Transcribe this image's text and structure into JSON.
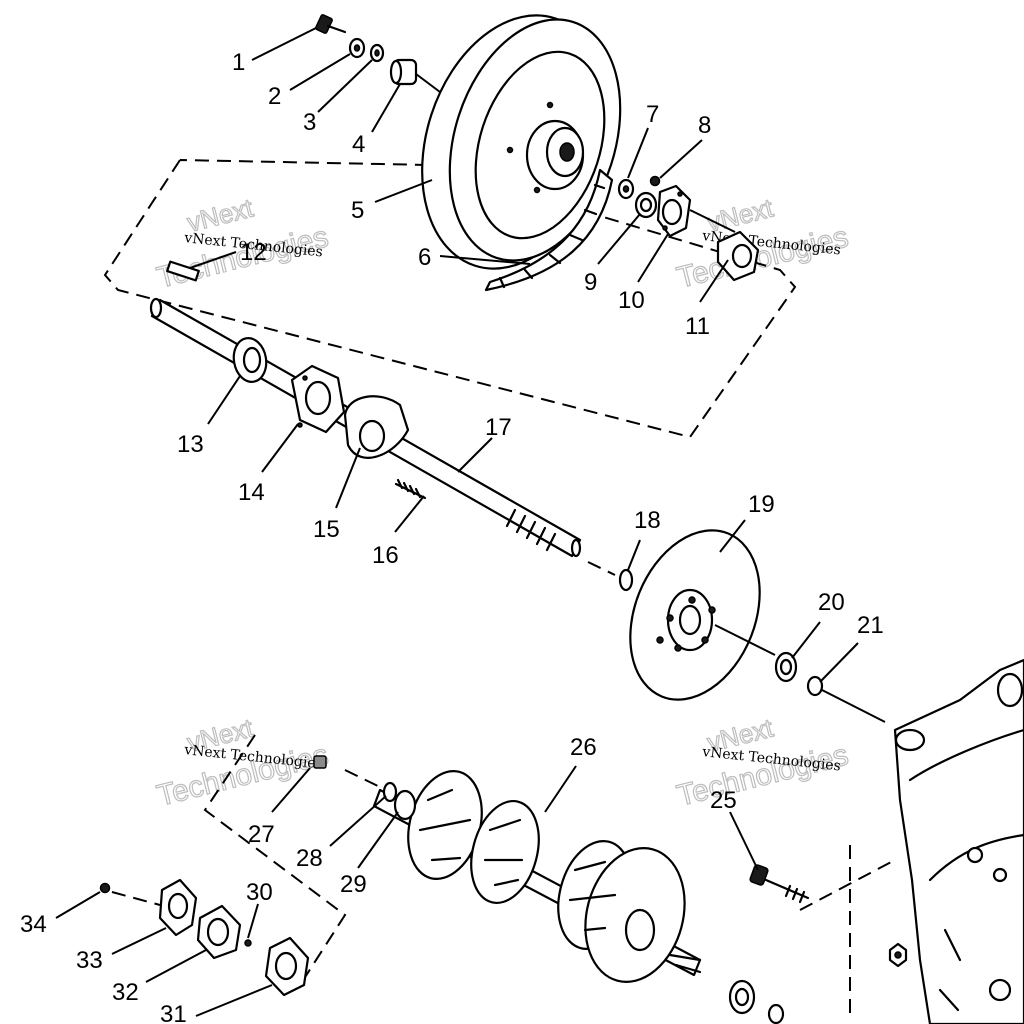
{
  "watermark": {
    "line1": "vNext",
    "line2": "Technologies",
    "caption": "vNext Technologies"
  },
  "callouts": [
    {
      "label": "1"
    },
    {
      "label": "2"
    },
    {
      "label": "3"
    },
    {
      "label": "4"
    },
    {
      "label": "5"
    },
    {
      "label": "6"
    },
    {
      "label": "7"
    },
    {
      "label": "8"
    },
    {
      "label": "9"
    },
    {
      "label": "10"
    },
    {
      "label": "11"
    },
    {
      "label": "12"
    },
    {
      "label": "13"
    },
    {
      "label": "14"
    },
    {
      "label": "15"
    },
    {
      "label": "16"
    },
    {
      "label": "17"
    },
    {
      "label": "18"
    },
    {
      "label": "19"
    },
    {
      "label": "20"
    },
    {
      "label": "21"
    },
    {
      "label": "25"
    },
    {
      "label": "26"
    },
    {
      "label": "27"
    },
    {
      "label": "28"
    },
    {
      "label": "29"
    },
    {
      "label": "30"
    },
    {
      "label": "31"
    },
    {
      "label": "32"
    },
    {
      "label": "33"
    },
    {
      "label": "34"
    }
  ]
}
